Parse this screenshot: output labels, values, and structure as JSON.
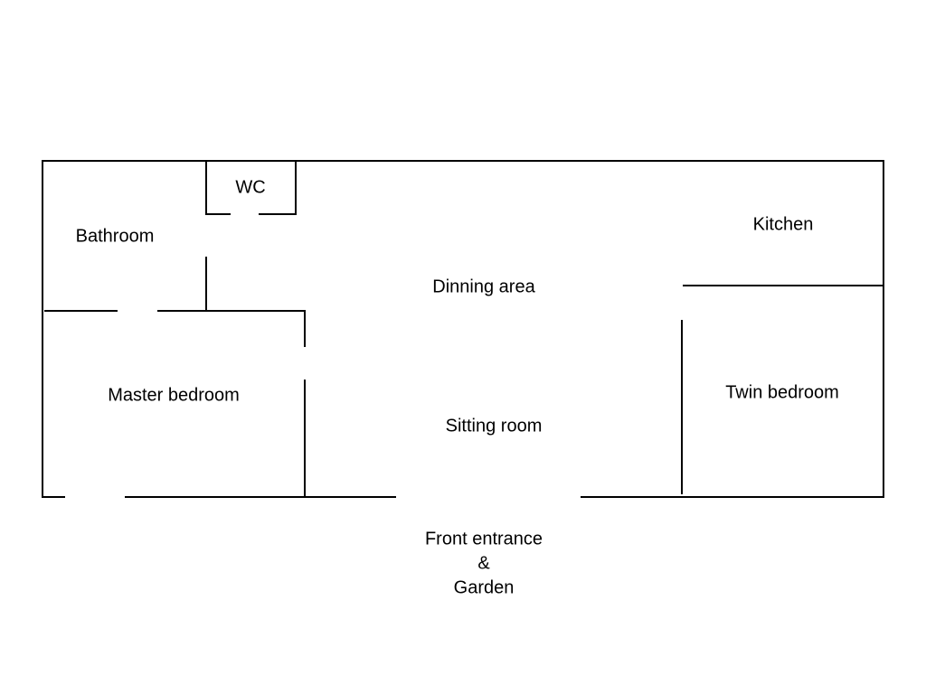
{
  "floor_plan": {
    "rooms": {
      "wc": "WC",
      "bathroom": "Bathroom",
      "kitchen": "Kitchen",
      "dining_area": "Dinning area",
      "master_bedroom": "Master bedroom",
      "twin_bedroom": "Twin bedroom",
      "sitting_room": "Sitting room"
    },
    "entrance": {
      "line1": "Front entrance",
      "line2": "&",
      "line3": "Garden"
    }
  }
}
